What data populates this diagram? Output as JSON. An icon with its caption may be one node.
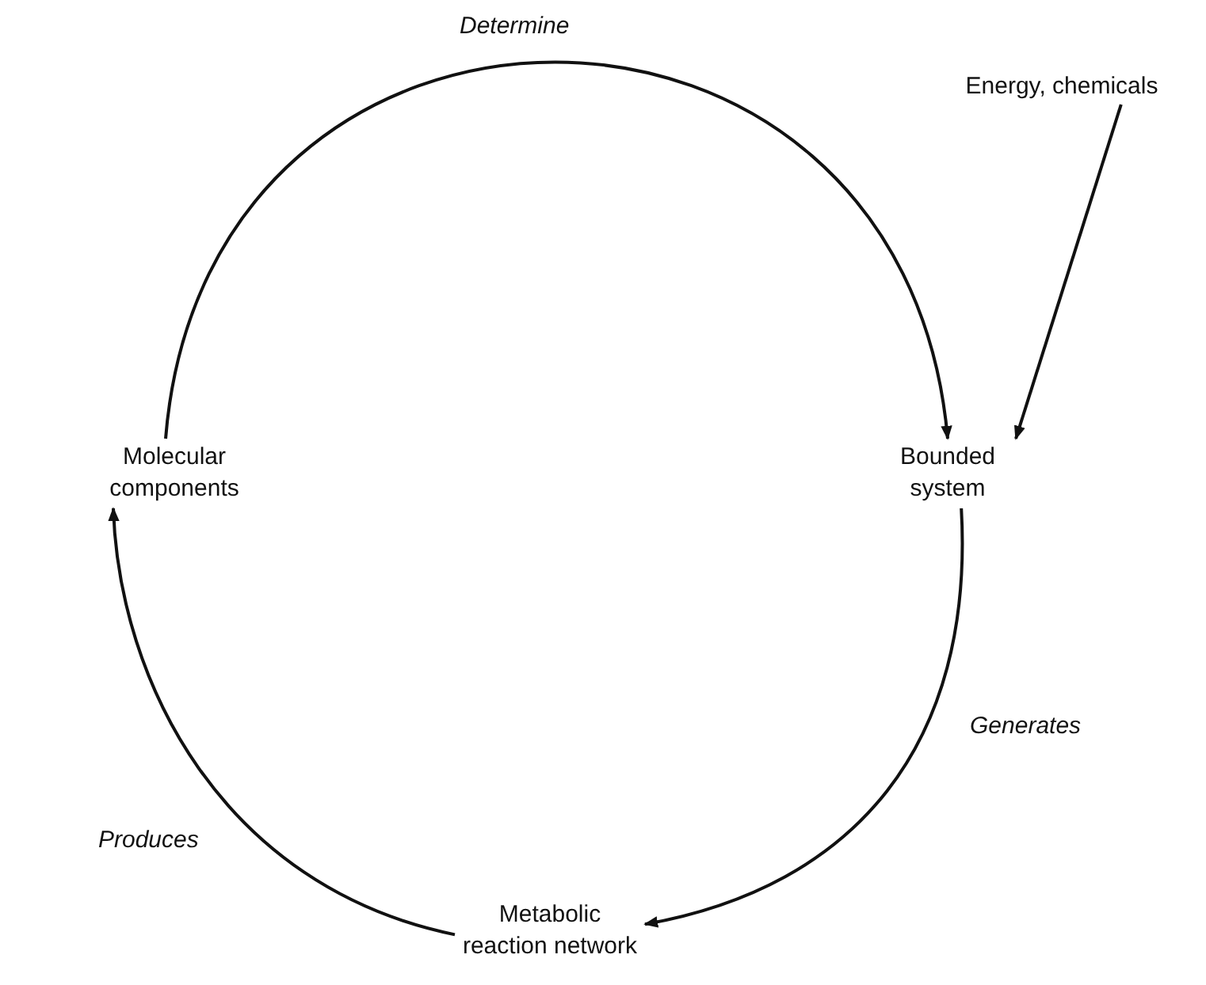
{
  "diagram": {
    "nodes": [
      {
        "text": [
          "Molecular components"
        ]
      },
      {
        "text": [
          "Bounded system"
        ]
      },
      {
        "text": [
          "Metabolic reaction network"
        ]
      },
      {
        "text": [
          "Energy, chemicals"
        ]
      }
    ],
    "edges": [
      {
        "from": 0,
        "to": 1,
        "arrow": "to",
        "label": "Determine"
      },
      {
        "from": 1,
        "to": 2,
        "arrow": "to",
        "label": "Generates"
      },
      {
        "from": 2,
        "to": 0,
        "arrow": "to",
        "label": "Produces"
      },
      {
        "from": 3,
        "to": 1,
        "arrow": "to"
      }
    ]
  }
}
